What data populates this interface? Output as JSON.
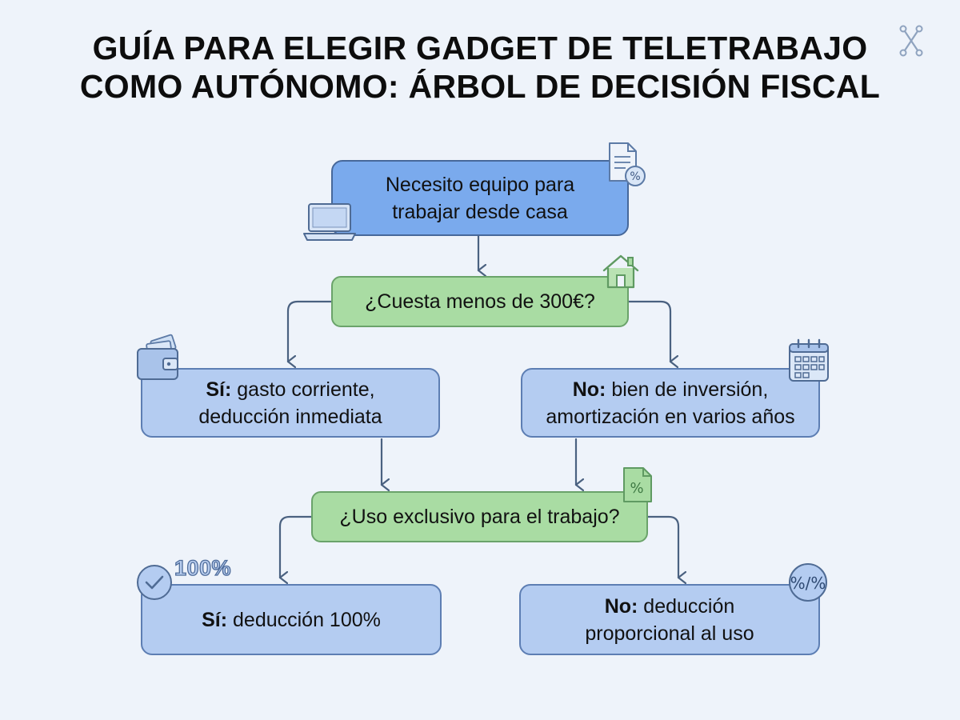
{
  "title": {
    "line1": "GUÍA PARA ELEGIR GADGET DE TELETRABAJO",
    "line2": "COMO AUTÓNOMO: ÁRBOL DE DECISIÓN FISCAL"
  },
  "nodes": {
    "start": {
      "line1": "Necesito equipo para",
      "line2": "trabajar desde casa"
    },
    "q1": {
      "text": "¿Cuesta menos de 300€?"
    },
    "yes1": {
      "label": "Sí:",
      "line1": " gasto corriente,",
      "line2": "deducción inmediata"
    },
    "no1": {
      "label": "No:",
      "line1": " bien de inversión,",
      "line2": "amortización en varios años"
    },
    "q2": {
      "text": "¿Uso exclusivo para el trabajo?"
    },
    "yes2": {
      "label": "Sí:",
      "line1": " deducción 100%"
    },
    "no2": {
      "label": "No:",
      "line1": " deducción",
      "line2": "proporcional al uso"
    }
  },
  "badges": {
    "hundred_percent": "100%"
  },
  "icons": [
    "network-logo-icon",
    "laptop-icon",
    "tax-document-icon",
    "house-icon",
    "wallet-icon",
    "calendar-icon",
    "percent-document-icon",
    "checkmark-icon",
    "percent-circle-icon"
  ],
  "colors": {
    "background": "#eef3fa",
    "start_node": "#7aaaed",
    "question_node": "#a9dca3",
    "result_node": "#b4ccf1",
    "connector": "#4a6180"
  }
}
